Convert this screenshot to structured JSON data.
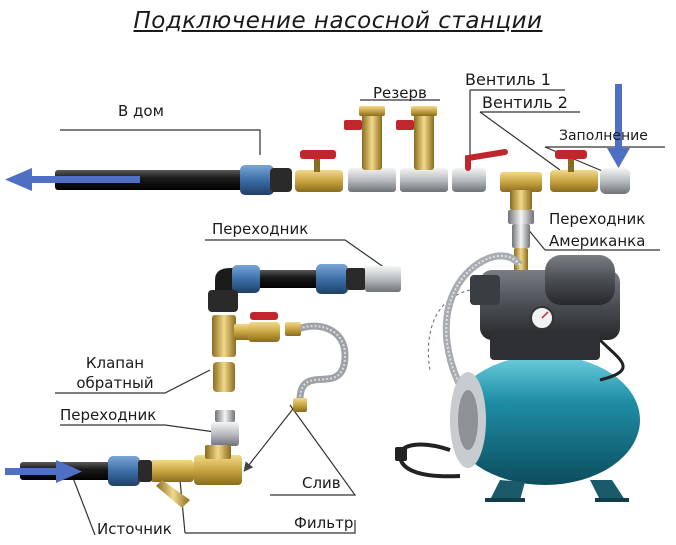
{
  "title": "Подключение насосной станции",
  "labels": {
    "to_house": "В дом",
    "reserve": "Резерв",
    "valve1": "Вентиль 1",
    "valve2": "Вентиль 2",
    "filling": "Заполнение",
    "adapter_top": "Переходник",
    "adapter_right": "Переходник",
    "american": "Американка",
    "check_valve_line1": "Клапан",
    "check_valve_line2": "обратный",
    "adapter_left": "Переходник",
    "drain": "Слив",
    "filter": "Фильтр",
    "source": "Источник"
  },
  "colors": {
    "arrow": "#4f6fc4",
    "pipe": "#1b1b1b",
    "pipe_fitting": "#3d6fa8",
    "brass": "#c9a542",
    "chrome": "#b9bcc0",
    "valve_handle": "#c0262c",
    "tank": "#1f8fa6",
    "pump_body": "#4a4d52"
  }
}
